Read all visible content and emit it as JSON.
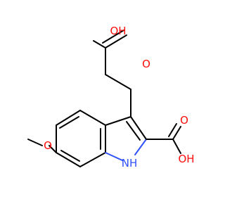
{
  "labels": {
    "oh_top": "OH",
    "o_top": "O",
    "o_acid": "O",
    "oh_acid": "OH",
    "o_methoxy": "O",
    "nh": "NH"
  },
  "colors": {
    "bond": "#000000",
    "oxygen": "#ff0d0d",
    "nitrogen": "#3050f8",
    "background": "#ffffff"
  }
}
